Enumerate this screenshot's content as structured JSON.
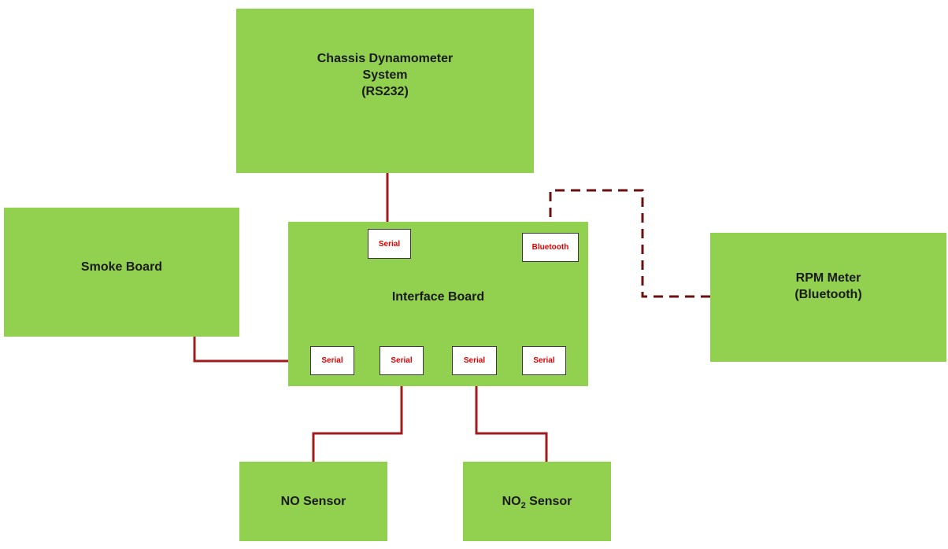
{
  "nodes": {
    "chassis": {
      "lines": [
        "Chassis Dynamometer",
        "System",
        "(RS232)"
      ]
    },
    "smoke": {
      "label": "Smoke Board"
    },
    "interface": {
      "label": "Interface Board"
    },
    "rpm": {
      "lines": [
        "RPM Meter",
        "(Bluetooth)"
      ]
    },
    "no_sensor": {
      "label": "NO Sensor"
    },
    "no2_sensor": {
      "prefix": "NO",
      "subscript": "2",
      "suffix": " Sensor"
    }
  },
  "ports": {
    "top_serial": "Serial",
    "top_bluetooth": "Bluetooth",
    "bottom_1": "Serial",
    "bottom_2": "Serial",
    "bottom_3": "Serial",
    "bottom_4": "Serial"
  },
  "colors": {
    "node_fill": "#92d050",
    "wire": "#a01c1c",
    "dashed_wire": "#6b0f0f",
    "port_text": "#e00000"
  },
  "connections": [
    {
      "from": "chassis",
      "to": "top_serial",
      "style": "solid"
    },
    {
      "from": "top_bluetooth",
      "to": "rpm",
      "style": "dashed"
    },
    {
      "from": "smoke",
      "to": "bottom_1",
      "style": "solid"
    },
    {
      "from": "bottom_2",
      "to": "no_sensor",
      "style": "solid"
    },
    {
      "from": "bottom_3",
      "to": "no2_sensor",
      "style": "solid"
    }
  ]
}
